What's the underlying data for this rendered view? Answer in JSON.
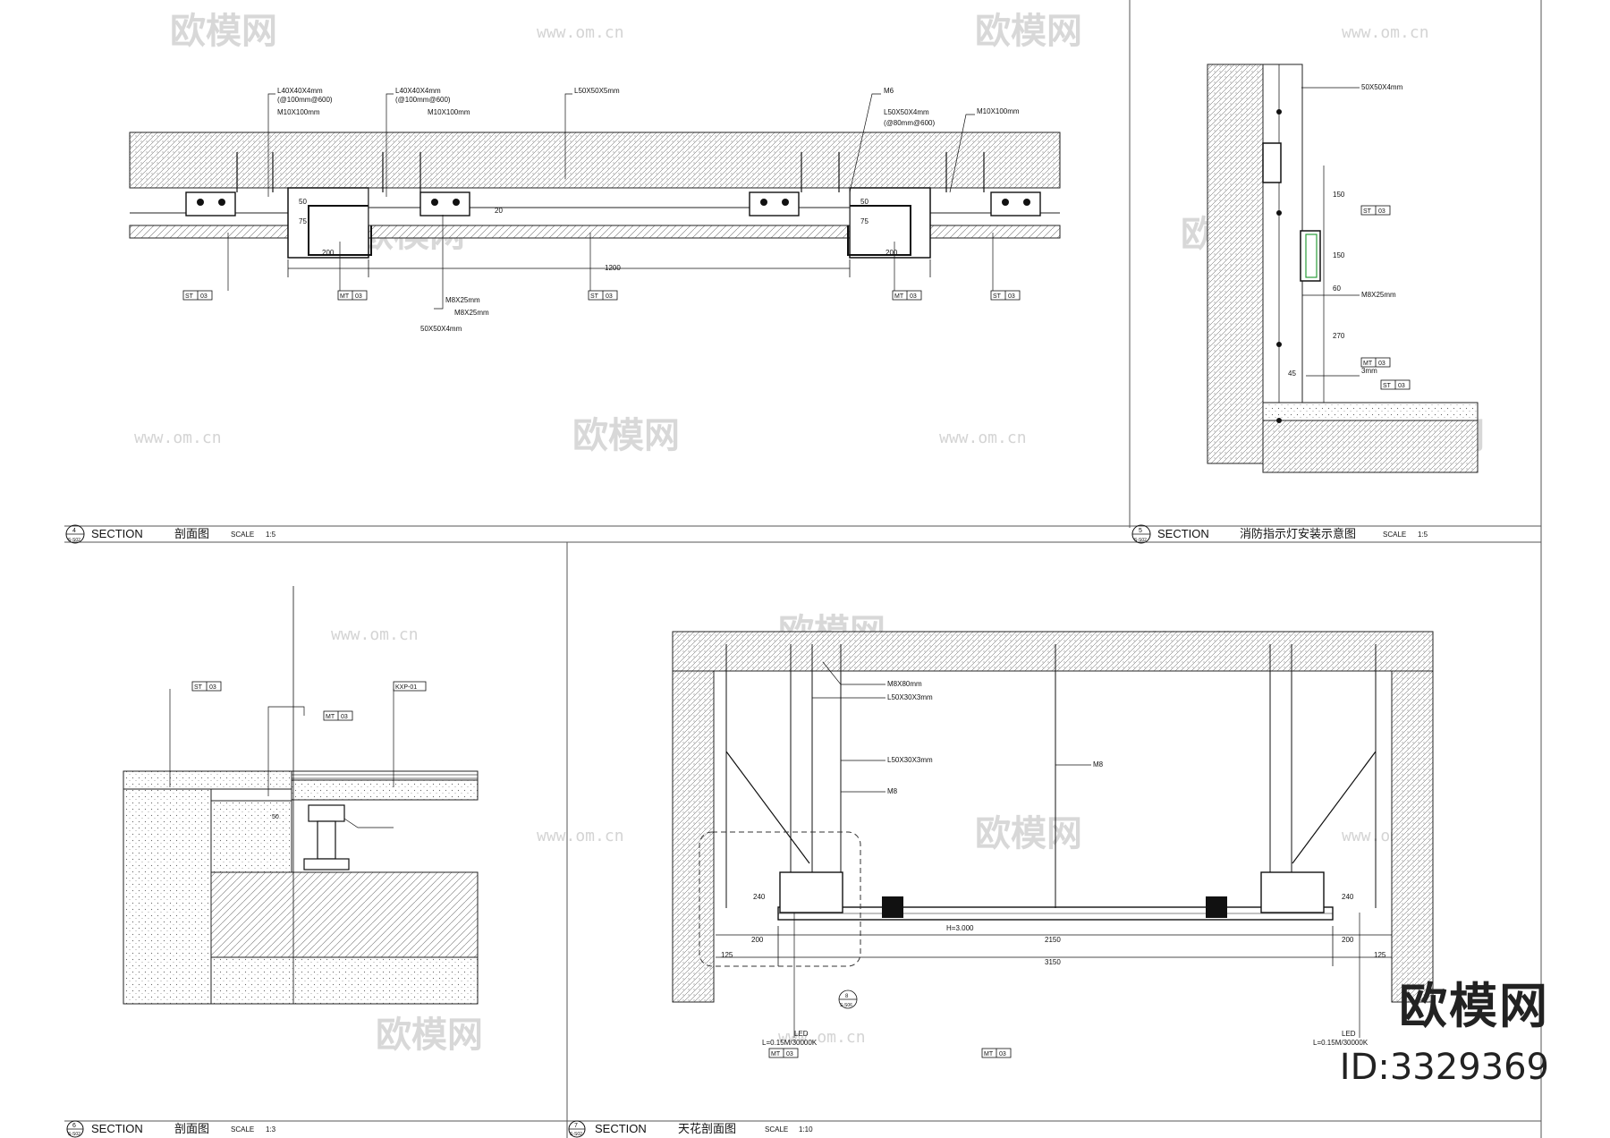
{
  "watermark": {
    "text": "欧模网",
    "url": "www.om.cn"
  },
  "brand": {
    "logo": "欧模网",
    "id": "ID:3329369"
  },
  "panels": [
    {
      "number": "4",
      "sheet": "S-S02",
      "title_en": "SECTION",
      "title_cn": "剖面图",
      "scale_label": "SCALE",
      "scale": "1:5"
    },
    {
      "number": "5",
      "sheet": "S-S02",
      "title_en": "SECTION",
      "title_cn": "消防指示灯安装示意图",
      "scale_label": "SCALE",
      "scale": "1:5"
    },
    {
      "number": "6",
      "sheet": "S-S02",
      "title_en": "SECTION",
      "title_cn": "剖面图",
      "scale_label": "SCALE",
      "scale": "1:3"
    },
    {
      "number": "7",
      "sheet": "S-S02",
      "title_en": "SECTION",
      "title_cn": "天花剖面图",
      "scale_label": "SCALE",
      "scale": "1:10"
    }
  ],
  "panel4": {
    "callouts": [
      "L40X40X4mm",
      "(@100mm@600)",
      "M10X100mm",
      "L40X40X4mm",
      "(@100mm@600)",
      "M10X100mm",
      "L50X50X5mm",
      "M6",
      "L50X50X4mm",
      "(@80mm@600)",
      "M10X100mm",
      "M8X25mm",
      "50X50X4mm",
      "M8X25mm"
    ],
    "dims": [
      "50",
      "75",
      "200",
      "1200",
      "200",
      "50",
      "75",
      "20"
    ],
    "tags": [
      "ST",
      "03",
      "MT",
      "03"
    ]
  },
  "panel5": {
    "callouts": [
      "50X50X4mm",
      "M8X25mm",
      "3mm",
      "ST",
      "03",
      "MT",
      "03"
    ],
    "dims": [
      "150",
      "150",
      "60",
      "270",
      "45"
    ]
  },
  "panel6": {
    "callouts": [
      "ST",
      "03",
      "MT",
      "03",
      "KXP-01"
    ],
    "dims": [
      "50"
    ]
  },
  "panel7": {
    "callouts": [
      "M8X80mm",
      "L50X30X3mm",
      "L50X30X3mm",
      "M8",
      "M8",
      "LED",
      "LED",
      "L=0.15M/30000K",
      "L=0.15M/30000K",
      "MT",
      "03"
    ],
    "dims": [
      "240",
      "240",
      "200",
      "200",
      "2150",
      "3150",
      "125",
      "125"
    ],
    "level": "H=3.000",
    "marker": [
      "8",
      "S-S06"
    ]
  }
}
